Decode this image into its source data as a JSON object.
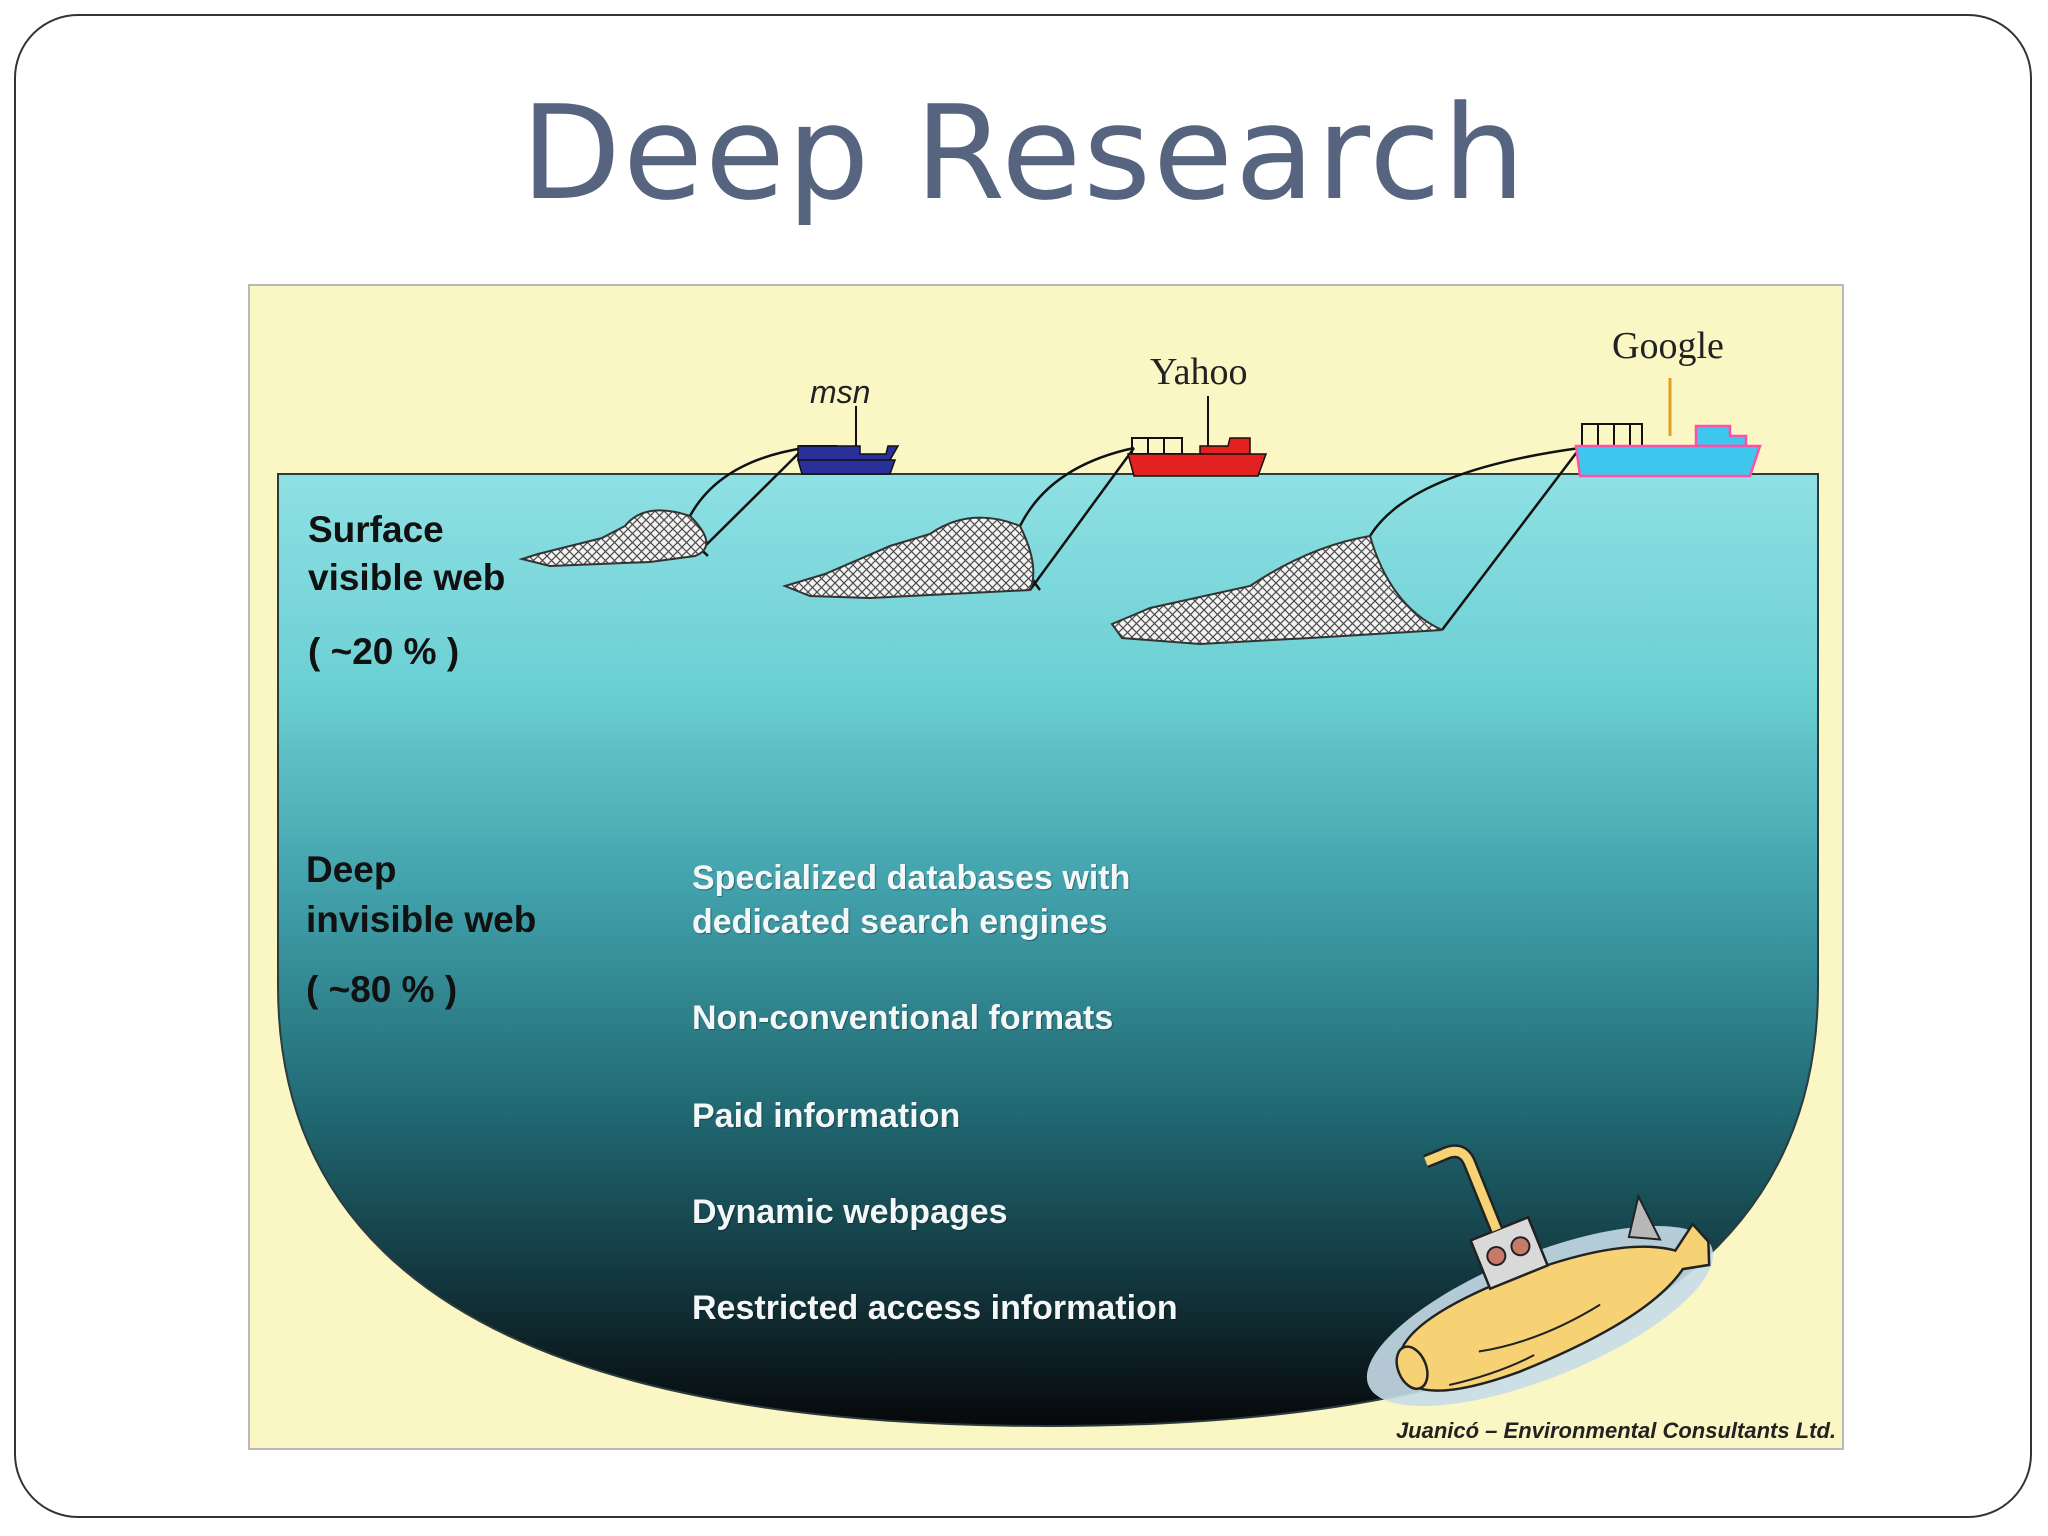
{
  "title": "Deep Research",
  "diagram": {
    "engines": {
      "msn": "msn",
      "yahoo": "Yahoo",
      "google": "Google"
    },
    "surface": {
      "line1": "Surface",
      "line2": "visible web",
      "percent": "( ~20 % )"
    },
    "deep": {
      "line1": "Deep",
      "line2": "invisible web",
      "percent": "( ~80 % )"
    },
    "deep_items": [
      "Specialized databases with",
      "dedicated search engines",
      "Non-conventional formats",
      "Paid information",
      "Dynamic webpages",
      "Restricted access information"
    ],
    "credit": "Juanicó – Environmental Consultants Ltd."
  },
  "colors": {
    "title": "#56647f",
    "background": "#fbf7c5",
    "water_top": "#8fe0e3",
    "water_bottom": "#0a1216",
    "msn_boat": "#2a2f9a",
    "yahoo_boat": "#e32121",
    "google_boat": "#3ec6ee",
    "submarine": "#f6d274"
  },
  "icons": [
    "fishing-net-icon",
    "boat-icon",
    "submarine-icon"
  ]
}
